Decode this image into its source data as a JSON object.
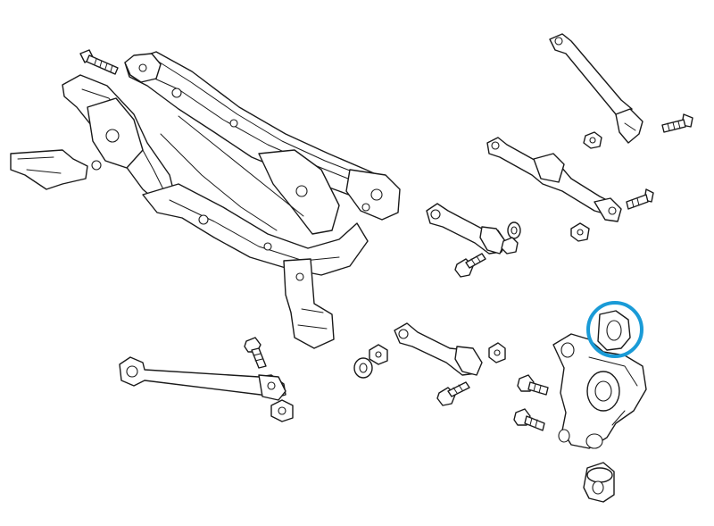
{
  "diagram": {
    "type": "exploded-parts-diagram",
    "highlight": {
      "part": "knuckle-bushing",
      "shape": "circle",
      "color": "#1a9bd7"
    },
    "line_color": "#1a1a1a",
    "background": "#ffffff"
  }
}
